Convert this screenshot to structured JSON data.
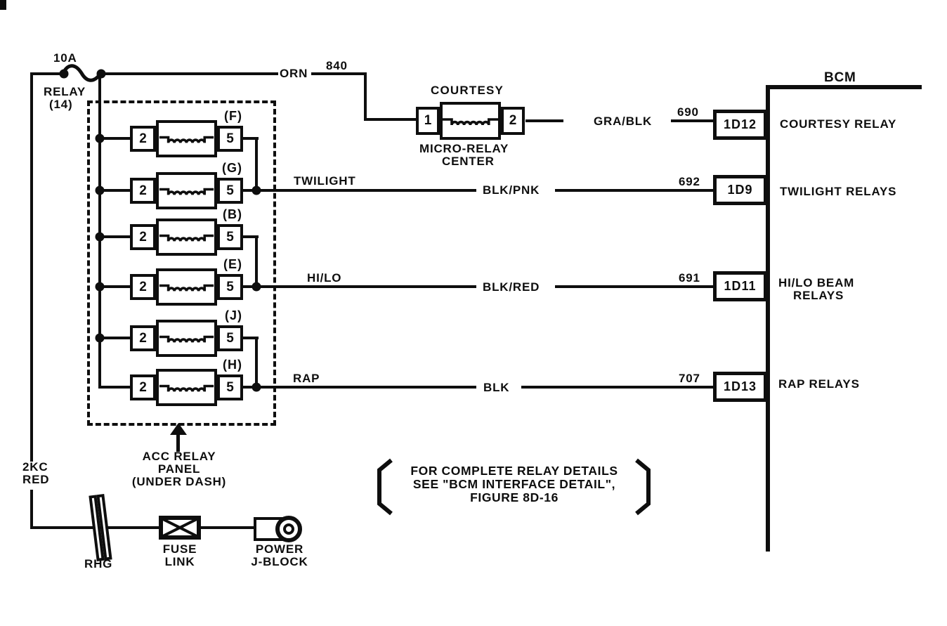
{
  "fuse_top": {
    "rating": "10A",
    "name": "RELAY",
    "number": "(14)"
  },
  "feed_wire": {
    "color": "ORN",
    "circuit": "840"
  },
  "left_wire": {
    "line1": "2KC",
    "line2": "RED"
  },
  "micro_relay": {
    "name": "COURTESY",
    "t_left": "1",
    "t_right": "2",
    "loc1": "MICRO-RELAY",
    "loc2": "CENTER"
  },
  "panel": {
    "t_left": "2",
    "t_right": "5",
    "relays": [
      {
        "tag": "(F)"
      },
      {
        "tag": "(G)"
      },
      {
        "tag": "(B)"
      },
      {
        "tag": "(E)"
      },
      {
        "tag": "(J)"
      },
      {
        "tag": "(H)"
      }
    ],
    "label1": "ACC RELAY",
    "label2": "PANEL",
    "label3": "(UNDER DASH)"
  },
  "rows": [
    {
      "color": "GRA/BLK",
      "circuit": "690",
      "connector": "1D12",
      "bcm_label": "COURTESY RELAY"
    },
    {
      "wire_label": "TWILIGHT",
      "color": "BLK/PNK",
      "circuit": "692",
      "connector": "1D9",
      "bcm_label": "TWILIGHT RELAYS"
    },
    {
      "wire_label": "HI/LO",
      "color": "BLK/RED",
      "circuit": "691",
      "connector": "1D11",
      "bcm_label": "HI/LO BEAM",
      "bcm_label2": "RELAYS"
    },
    {
      "wire_label": "RAP",
      "color": "BLK",
      "circuit": "707",
      "connector": "1D13",
      "bcm_label": "RAP RELAYS"
    }
  ],
  "bcm": {
    "title": "BCM"
  },
  "bottom": {
    "rhg": "RHG",
    "fuse1": "FUSE",
    "fuse2": "LINK",
    "jb1": "POWER",
    "jb2": "J-BLOCK"
  },
  "note": {
    "line1": "FOR COMPLETE RELAY DETAILS",
    "line2": "SEE \"BCM INTERFACE DETAIL\",",
    "line3": "FIGURE 8D-16"
  }
}
